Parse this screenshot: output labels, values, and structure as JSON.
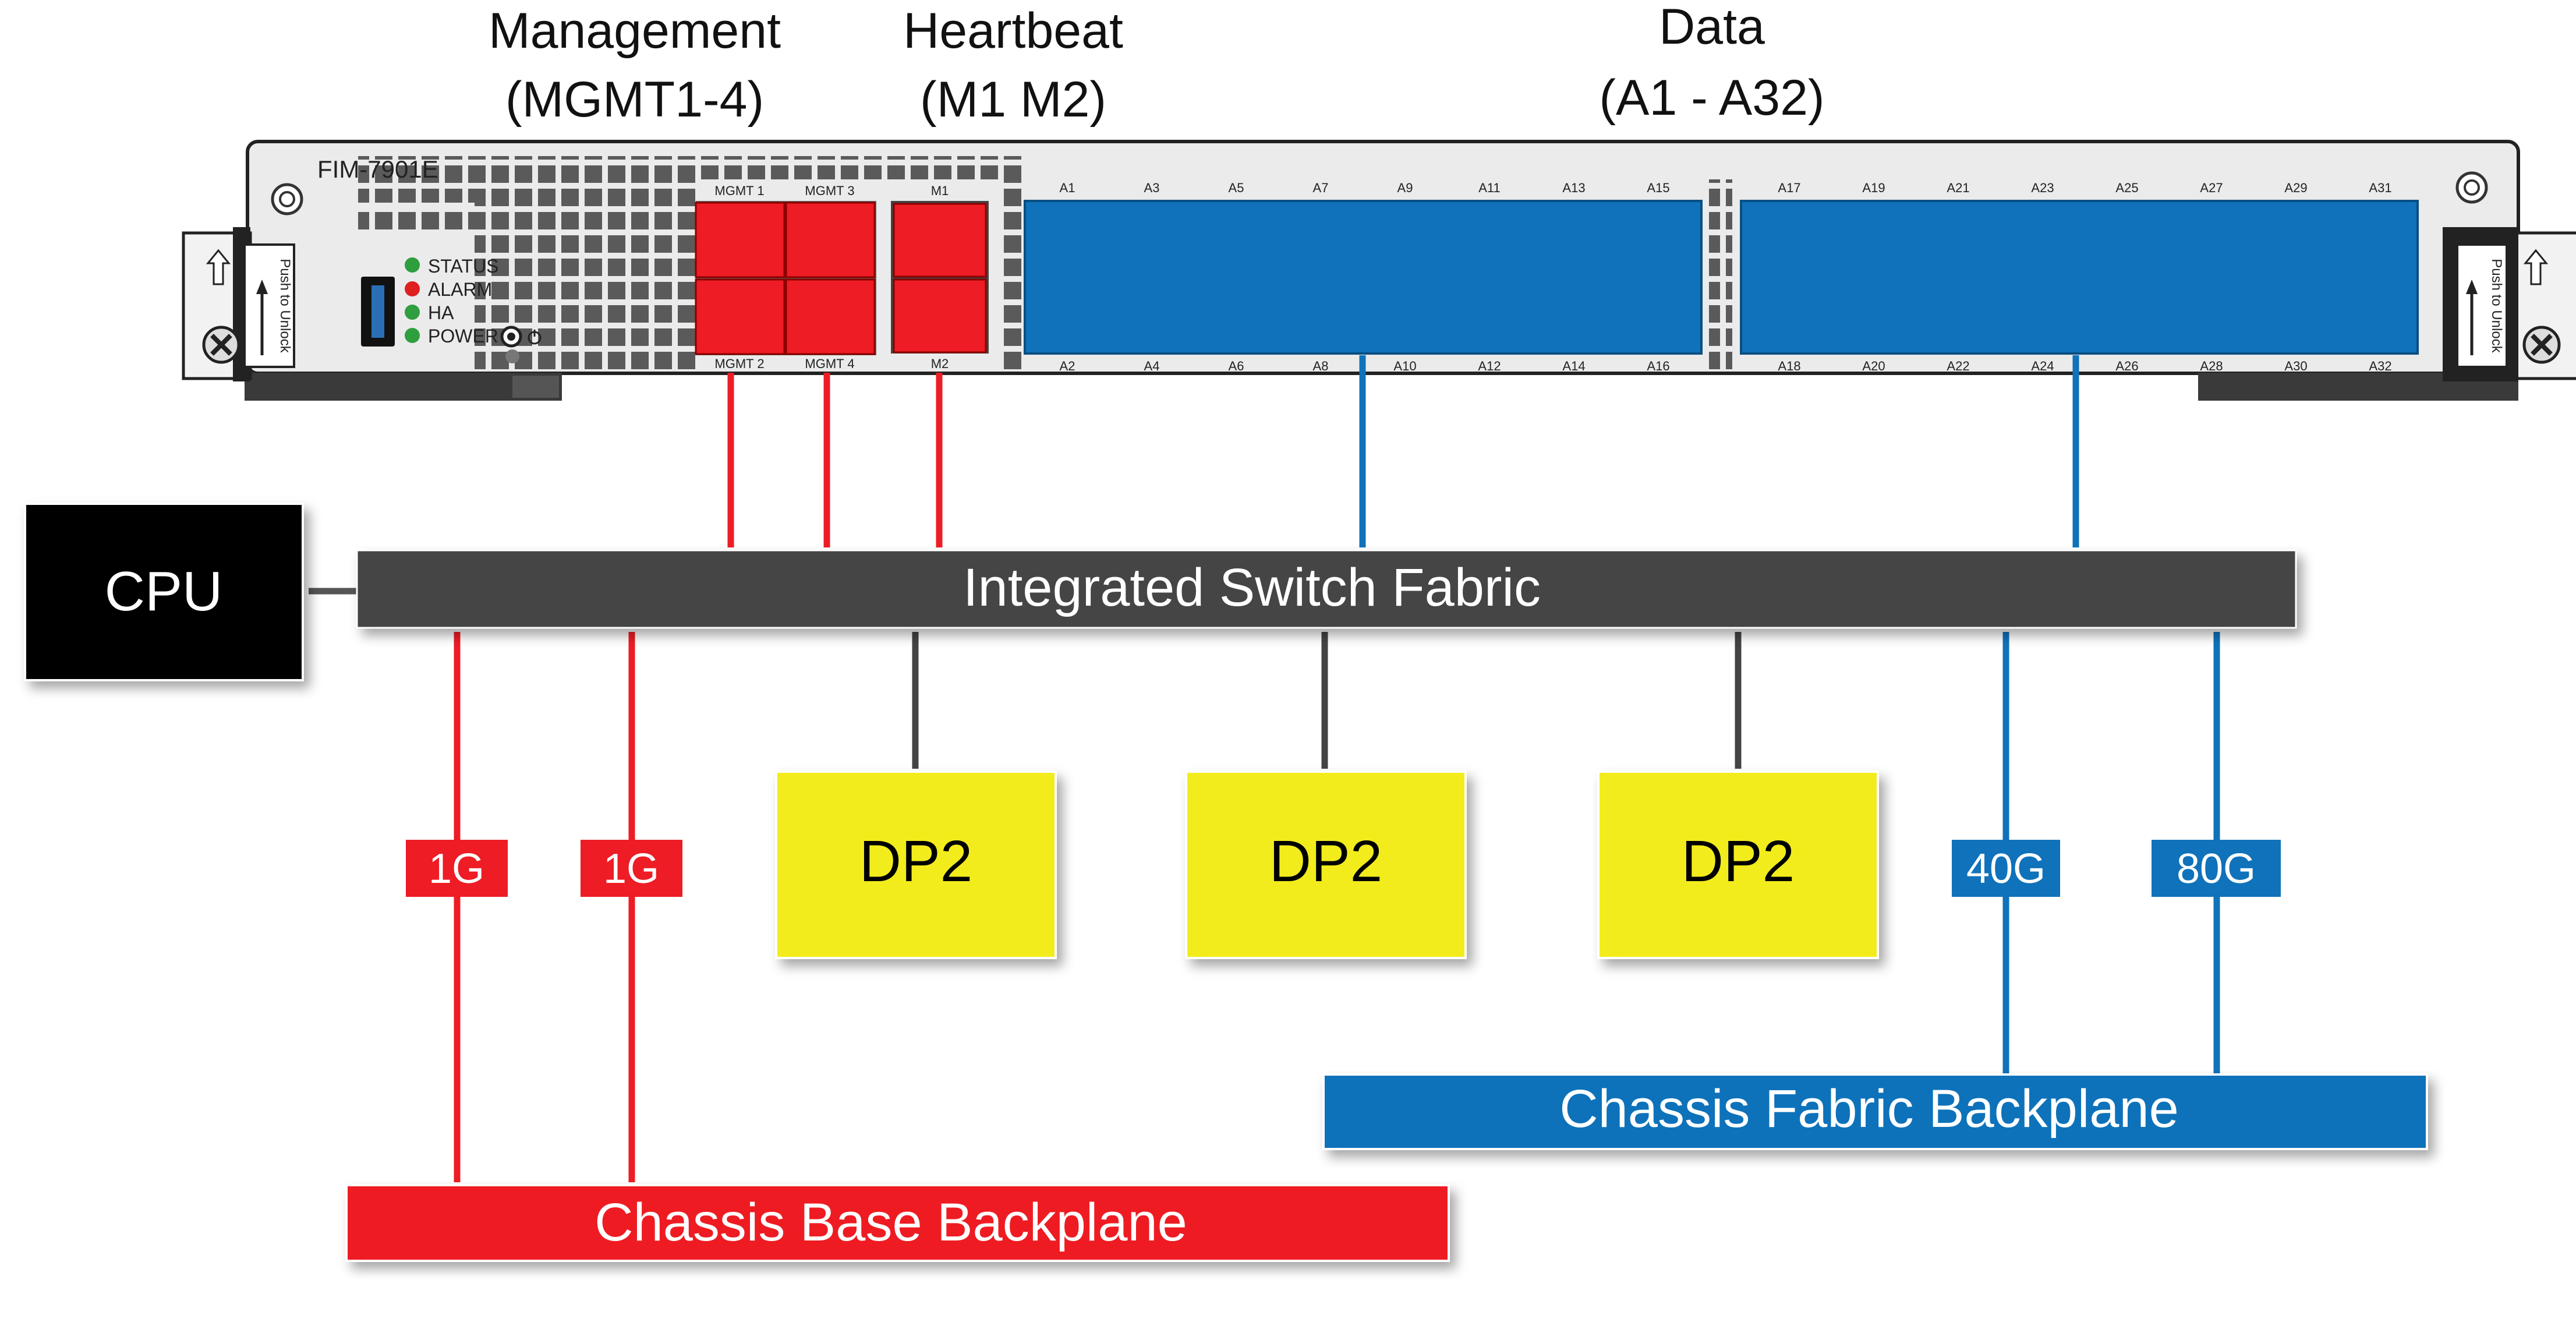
{
  "headers": {
    "management": [
      "Management",
      "(MGMT1-4)"
    ],
    "heartbeat": [
      "Heartbeat",
      "(M1 M2)"
    ],
    "data": [
      "Data",
      "(A1 - A32)"
    ]
  },
  "panel": {
    "model": "FIM-7901E",
    "leds": [
      {
        "label": "STATUS",
        "color": "#2e9e3e"
      },
      {
        "label": "ALARM",
        "color": "#e02020"
      },
      {
        "label": "HA",
        "color": "#2e9e3e"
      },
      {
        "label": "POWER",
        "color": "#2e9e3e"
      }
    ],
    "mgmt_top": [
      "MGMT 1",
      "MGMT 3"
    ],
    "mgmt_bottom": [
      "MGMT 2",
      "MGMT 4"
    ],
    "hb_top": "M1",
    "hb_bottom": "M2",
    "data_left_top": [
      "A1",
      "A3",
      "A5",
      "A7",
      "A9",
      "A11",
      "A13",
      "A15"
    ],
    "data_left_bottom": [
      "A2",
      "A4",
      "A6",
      "A8",
      "A10",
      "A12",
      "A14",
      "A16"
    ],
    "data_right_top": [
      "A17",
      "A19",
      "A21",
      "A23",
      "A25",
      "A27",
      "A29",
      "A31"
    ],
    "data_right_bottom": [
      "A18",
      "A20",
      "A22",
      "A24",
      "A26",
      "A28",
      "A30",
      "A32"
    ],
    "unlock_label": "Push to Unlock"
  },
  "cpu": "CPU",
  "switch_fabric": "Integrated Switch Fabric",
  "dp_boxes": [
    "DP2",
    "DP2",
    "DP2"
  ],
  "speed_labels": [
    "1G",
    "1G",
    "40G",
    "80G"
  ],
  "base_backplane": "Chassis Base Backplane",
  "fabric_backplane": "Chassis Fabric Backplane",
  "colors": {
    "red": "#ee1c24",
    "blue": "#0f72ba",
    "yellow": "#f2ec1a",
    "dark": "#444444",
    "black": "#000000"
  }
}
